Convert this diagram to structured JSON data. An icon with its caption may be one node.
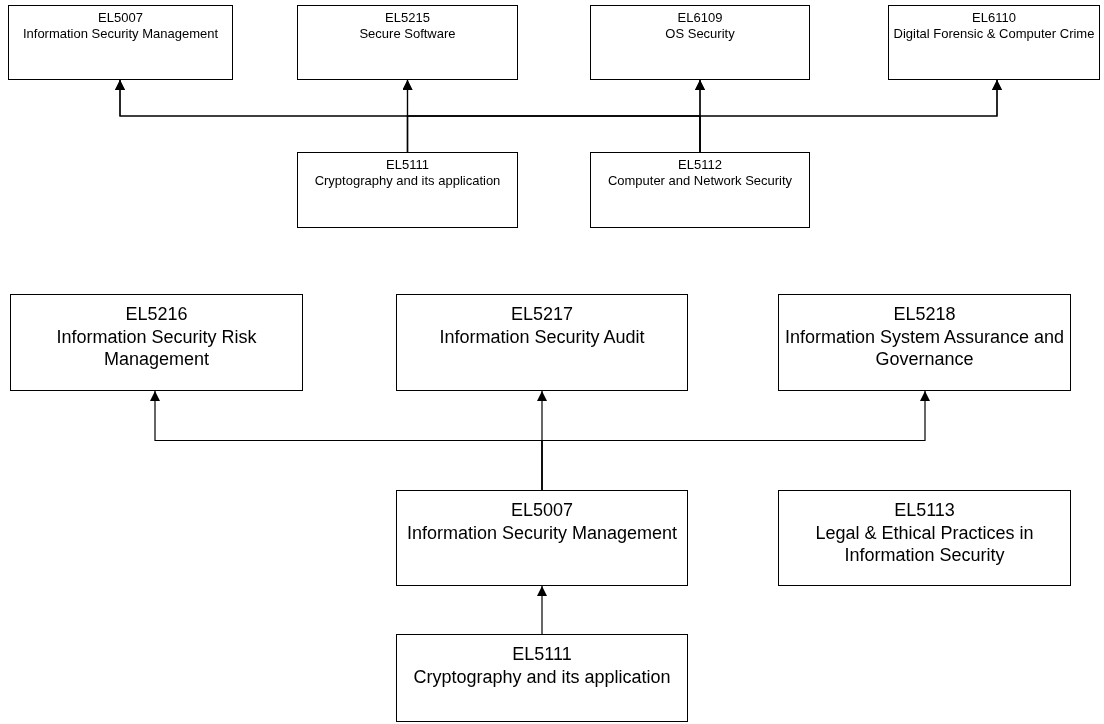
{
  "diagram": {
    "nodes": [
      {
        "text": [
          "EL5007",
          "Information Security Management"
        ]
      },
      {
        "text": [
          "EL5215",
          "Secure Software"
        ]
      },
      {
        "text": [
          "EL6109",
          "OS Security"
        ]
      },
      {
        "text": [
          "EL6110",
          "Digital Forensic & Computer Crime"
        ]
      },
      {
        "text": [
          "EL5111",
          "Cryptography and its application"
        ]
      },
      {
        "text": [
          "EL5112",
          "Computer and Network Security"
        ]
      },
      {
        "text": [
          "EL5216",
          "Information Security Risk Management"
        ]
      },
      {
        "text": [
          "EL5217",
          "Information Security Audit"
        ]
      },
      {
        "text": [
          "EL5218",
          "Information System Assurance and Governance"
        ]
      },
      {
        "text": [
          "EL5007",
          "Information Security Management"
        ]
      },
      {
        "text": [
          "EL5113",
          "Legal & Ethical Practices in Information Security"
        ]
      },
      {
        "text": [
          "EL5111",
          "Cryptography and its application"
        ]
      }
    ],
    "edges": [
      {
        "from": 4,
        "to": 0,
        "arrow": "to"
      },
      {
        "from": 4,
        "to": 1,
        "arrow": "to"
      },
      {
        "from": 4,
        "to": 2,
        "arrow": "to"
      },
      {
        "from": 4,
        "to": 3,
        "arrow": "to"
      },
      {
        "from": 5,
        "to": 0,
        "arrow": "to"
      },
      {
        "from": 5,
        "to": 1,
        "arrow": "to"
      },
      {
        "from": 5,
        "to": 2,
        "arrow": "to"
      },
      {
        "from": 5,
        "to": 3,
        "arrow": "to"
      },
      {
        "from": 9,
        "to": 6,
        "arrow": "to"
      },
      {
        "from": 9,
        "to": 7,
        "arrow": "to"
      },
      {
        "from": 9,
        "to": 8,
        "arrow": "to"
      },
      {
        "from": 11,
        "to": 9,
        "arrow": "to"
      }
    ]
  }
}
